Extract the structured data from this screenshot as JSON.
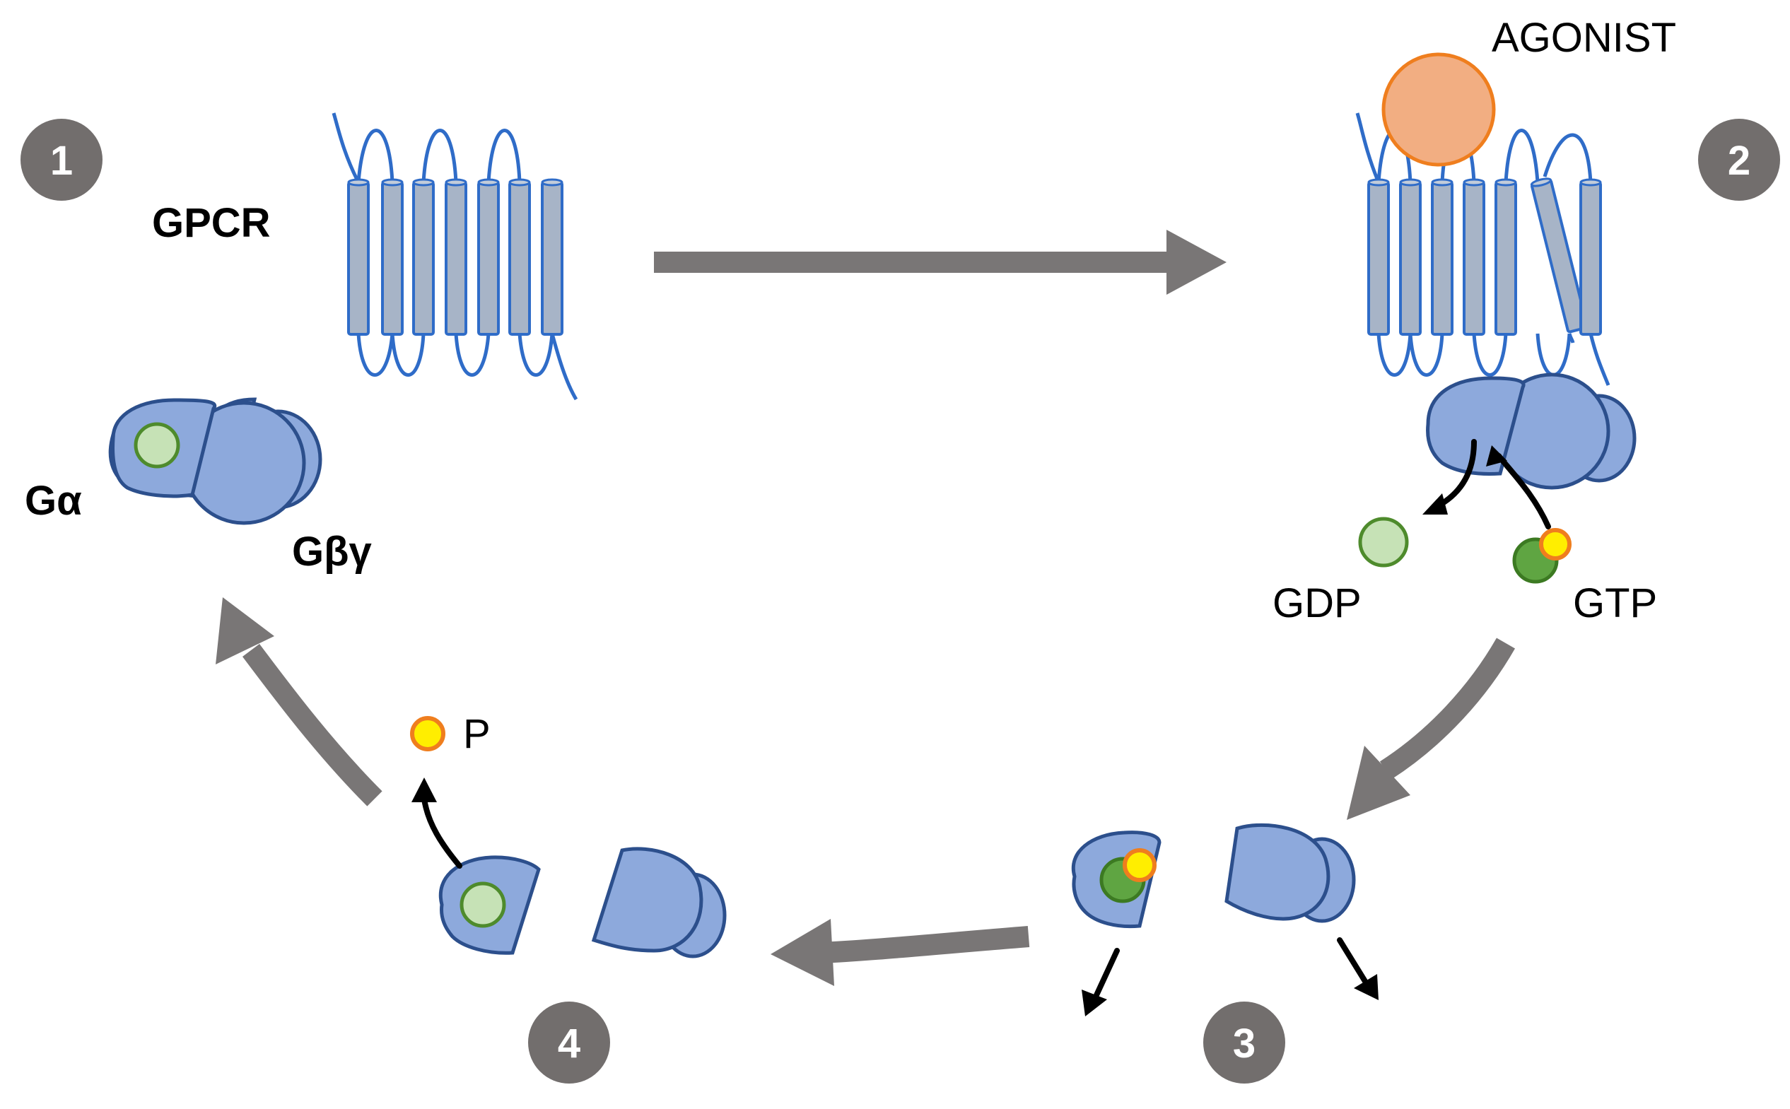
{
  "labels": {
    "gpcr": "GPCR",
    "agonist": "AGONIST",
    "g_alpha": "Gα",
    "g_beta_gamma": "Gβγ",
    "gdp": "GDP",
    "gtp": "GTP",
    "phosphate": "P"
  },
  "steps": [
    "1",
    "2",
    "3",
    "4"
  ],
  "colors": {
    "membrane_helix": "#a7b4c7",
    "membrane_line": "#2f6cc8",
    "g_protein": "#8da9dc",
    "gdp": "#c6e2b6",
    "gtp": "#5fa542",
    "phosphate": "#ffee00",
    "agonist": "#f2ae82",
    "cycle_arrow": "#797676",
    "step_badge": "#726e6d"
  }
}
